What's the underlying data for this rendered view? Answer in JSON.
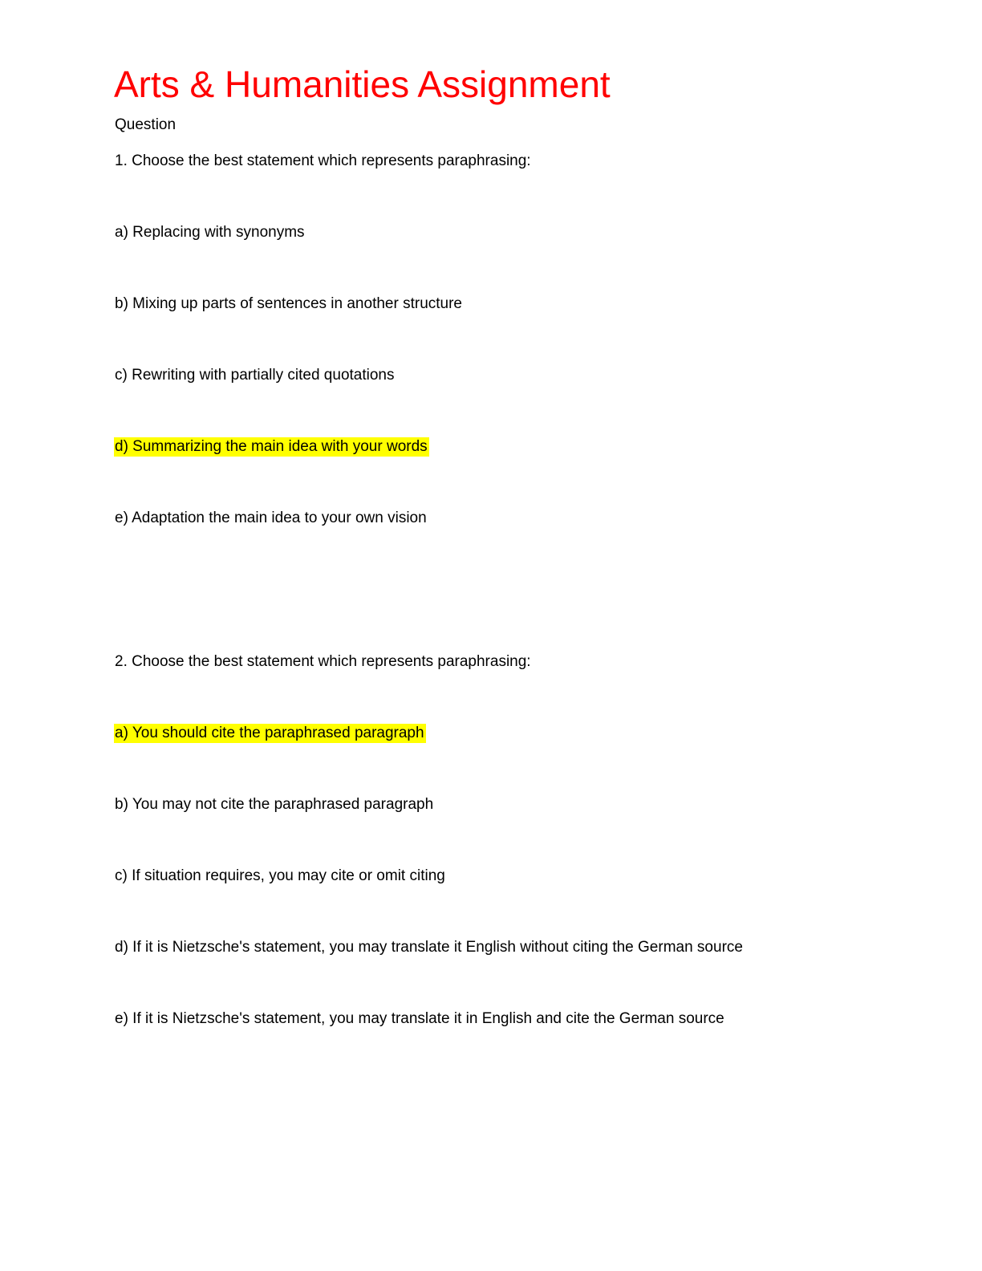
{
  "colors": {
    "title": "#ff0000",
    "highlight": "#ffff00",
    "text": "#000000"
  },
  "title": "Arts & Humanities Assignment",
  "section_label": "Question",
  "questions": [
    {
      "prompt": "1. Choose the best statement which represents paraphrasing:",
      "options": [
        {
          "text": "a) Replacing with synonyms",
          "highlighted": false
        },
        {
          "text": "b) Mixing up parts of sentences in another structure",
          "highlighted": false
        },
        {
          "text": "c) Rewriting with partially cited quotations",
          "highlighted": false
        },
        {
          "text": "d) Summarizing the main idea with your words",
          "highlighted": true
        },
        {
          "text": "e) Adaptation the main idea to your own vision",
          "highlighted": false
        }
      ]
    },
    {
      "prompt": "2. Choose the best statement which represents paraphrasing:",
      "options": [
        {
          "text": "a) You should cite the paraphrased paragraph",
          "highlighted": true
        },
        {
          "text": "b) You may not cite the paraphrased paragraph",
          "highlighted": false
        },
        {
          "text": "c) If situation requires, you may cite or omit citing",
          "highlighted": false
        },
        {
          "text": "d) If it is Nietzsche's statement, you may translate it English without citing the German source",
          "highlighted": false
        },
        {
          "text": "e) If it is Nietzsche's statement, you may translate it in English and cite the German source",
          "highlighted": false
        }
      ]
    }
  ]
}
